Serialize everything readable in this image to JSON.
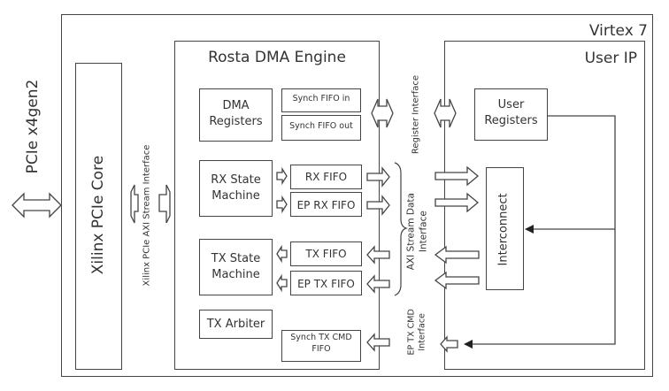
{
  "diagram": {
    "outer_label": "Virtex 7",
    "pcie_link": "PCIe x4gen2",
    "pcie_core": "Xilinx PCIe Core",
    "pcie_axi_iface": "Xilinx PCIe AXI Stream  Interface",
    "dma_engine": {
      "title": "Rosta DMA Engine",
      "dma_registers": "DMA\nRegisters",
      "synch_fifo_in": "Synch FIFO in",
      "synch_fifo_out": "Synch FIFO out",
      "rx_state_machine": "RX State\nMachine",
      "rx_fifo": "RX FIFO",
      "ep_rx_fifo": "EP RX FIFO",
      "tx_state_machine": "TX State\nMachine",
      "tx_fifo": "TX FIFO",
      "ep_tx_fifo": "EP TX FIFO",
      "tx_arbiter": "TX Arbiter",
      "synch_tx_cmd_fifo": "Synch TX CMD\nFIFO"
    },
    "interfaces": {
      "register": "Register Interface",
      "axi_stream_data": "AXI Stream Data\nInterface",
      "ep_tx_cmd": "EP TX CMD\nInterface"
    },
    "user_ip": {
      "title": "User IP",
      "user_registers": "User\nRegisters",
      "interconnect": "Interconnect"
    }
  }
}
